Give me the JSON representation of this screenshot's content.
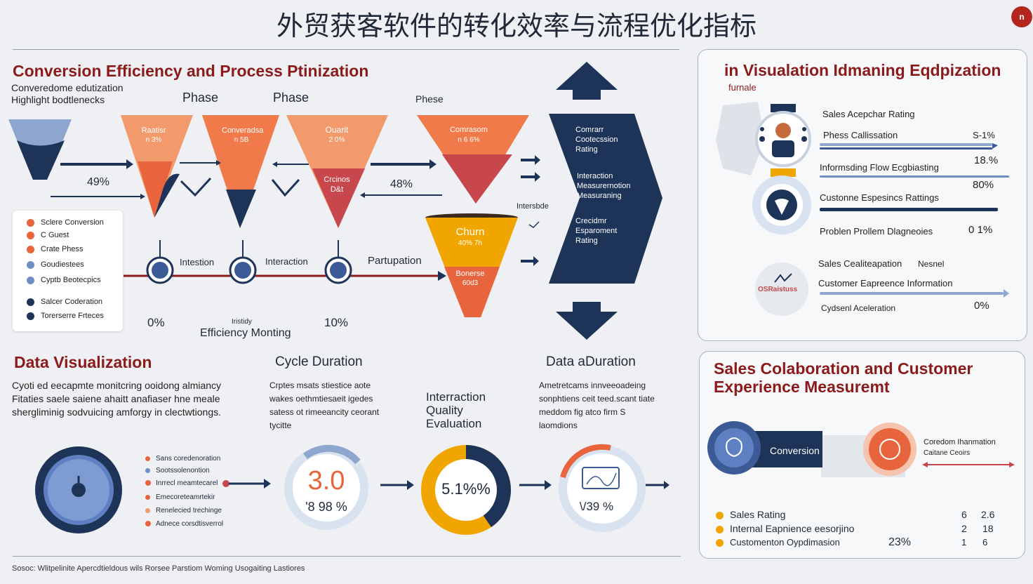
{
  "header": {
    "title": "外贸获客软件的转化效率与流程优化指标",
    "logo": "n"
  },
  "left_top": {
    "heading": "Conversion Efficiency and Process Ptinization",
    "subtitle_1": "Converedome edutization",
    "subtitle_2": "Highlight bodtlenecks",
    "phase_labels": [
      "Phase",
      "Phase",
      "Phese"
    ],
    "funnels": [
      {
        "line1": "Raatisr",
        "line2": "n 3%"
      },
      {
        "line1": "Converadsa",
        "line2": "n 5B"
      },
      {
        "line1": "Ouarit",
        "line2": "2 0%"
      },
      {
        "line1": "Comrasom",
        "line2": "n 6 6%"
      }
    ],
    "mid_funnel": {
      "line1": "Crcinos",
      "line2": "D&t"
    },
    "percent_left": "49%",
    "percent_mid": "48%",
    "timeline": [
      "Intestion",
      "Interaction",
      "Partupation"
    ],
    "intersbde": "Intersbde",
    "churn": {
      "line1": "Churn",
      "line2": "40% 7h",
      "line3": "Bonerse",
      "line4": "60d3"
    },
    "legend": [
      {
        "label": "Sclere Conversion",
        "color": "#e8643c"
      },
      {
        "label": "C Guest",
        "color": "#e8643c"
      },
      {
        "label": "Crate Phess",
        "color": "#e8643c"
      },
      {
        "label": "Goudiestees",
        "color": "#6f8fc4"
      },
      {
        "label": "Cyptb Beotecpics",
        "color": "#6f8fc4"
      },
      {
        "label": "Salcer Coderation",
        "color": "#1e3358"
      },
      {
        "label": "Torerserre Frteces",
        "color": "#1e3358"
      }
    ],
    "pct_0": "0%",
    "pct_10": "10%",
    "monitoring_small": "Iristidy",
    "monitoring": "Efficiency Monting",
    "dark_panel": [
      [
        "Comrarr",
        "Cootecssion",
        "Rating"
      ],
      [
        "Interaction",
        "Measurernotion",
        "Measuraning"
      ],
      [
        "Crecidmr",
        "Esparoment",
        "Rating"
      ]
    ]
  },
  "right_top": {
    "heading": "in Visualation Idmaning Eqdpization",
    "sub": "furnale",
    "rows": [
      {
        "label": "Sales Acepchar Rating",
        "value": ""
      },
      {
        "label": "Phess Callissation",
        "value": "S-1%"
      },
      {
        "label": "Informsding Flow Ecgbiasting",
        "value": "18.%"
      },
      {
        "label": "",
        "value": "80%"
      },
      {
        "label": "Custonne Espesincs Rattings",
        "value": ""
      },
      {
        "label": "Problen Prollem Dlagneoies",
        "value": "0 1%"
      },
      {
        "label": "Sales Cealiteapation",
        "value": "Nesnel"
      },
      {
        "label": "Customer Eapreence Information",
        "value": ""
      },
      {
        "label": "Cydsenl Aceleration",
        "value": "0%"
      }
    ],
    "badge": "OSRaistuss"
  },
  "bottom_left": {
    "heading": "Data Visualization",
    "para": [
      "Cyoti ed eecapmte monitcring ooidong almiancy",
      "Fitaties saele saiene ahaitt anafiaser hne meale",
      "shergliminig sodvuicing amforgy in clectwtiongs."
    ],
    "cycle_title": "Cycle Duration",
    "cycle_para": [
      "Crptes msats stiestice aote",
      "wakes oethmtiesaeit igedes",
      "satess ot rimeeancity ceorant",
      "tycitte"
    ],
    "iq_title": [
      "Interraction",
      "Quality",
      "Evaluation"
    ],
    "data_title": "Data aDuration",
    "data_para": [
      "Ametretcams innveeoadeing",
      "sonphtiens ceit teed.scant tiate",
      "meddom fig atco firm S",
      "laomdions"
    ],
    "list": [
      {
        "label": "Sans coredenoration",
        "color": "#e8643c"
      },
      {
        "label": "Sootssolenontion",
        "color": "#6f8fc4"
      },
      {
        "label": "Inrrecl meamtecarel",
        "color": "#e8643c"
      },
      {
        "label": "Emecoreteamrtekir",
        "color": "#e8643c"
      },
      {
        "label": "Renelecied trechinge",
        "color": "#e8643c"
      },
      {
        "label": "Adnece corsdtisverrol",
        "color": "#e8643c"
      }
    ],
    "gauge1_big": "3.0",
    "gauge1_small": "'8 98 %",
    "gauge2": "5.1%%",
    "gauge3": "\\/39 %"
  },
  "bottom_right": {
    "heading_1": "Sales Colaboration and Customer",
    "heading_2": "Experience Measuremt",
    "pill": "Conversion",
    "side_1": "Coredom Ihanmation",
    "side_2": "Caitane Ceoirs",
    "list": [
      {
        "label": "Sales Rating",
        "v1": "6",
        "v2": "2.6",
        "color": "#f0a500"
      },
      {
        "label": "Internal Eapnience eesorjino",
        "v1": "2",
        "v2": "18",
        "color": "#f0a500"
      },
      {
        "label": "Customenton Oypdimasion",
        "v1": "1",
        "v2": "6",
        "color": "#f0a500"
      }
    ],
    "pct": "23%"
  },
  "footer": {
    "source": "Sosoc: Wlitpelinite Apercdtieldous wils Rorsee Parstiom Woming Usogaiting Lastiores"
  },
  "colors": {
    "navy": "#1e3358",
    "orange": "#e8643c",
    "dark_red": "#8b1a1a",
    "amber": "#f0a500"
  }
}
